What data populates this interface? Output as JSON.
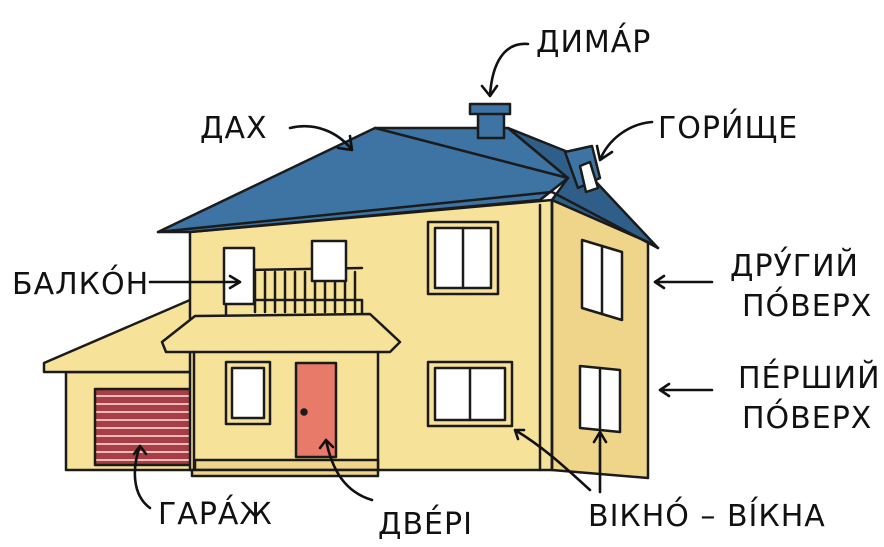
{
  "labels": {
    "chimney": "ДИМА́Р",
    "roof": "ДАХ",
    "attic": "ГОРИ́ЩЕ",
    "balcony": "БАЛКО́Н",
    "second_floor_1": "ДРУ́ГИЙ",
    "second_floor_2": "ПО́ВЕРХ",
    "first_floor_1": "ПЕ́РШИЙ",
    "first_floor_2": "ПО́ВЕРХ",
    "garage": "ГАРА́Ж",
    "door": "ДВЕ́РІ",
    "windows": "ВІКНО́ – ВІ́КНА"
  },
  "colors": {
    "wall": "#f7e29a",
    "wall_shade": "#efd589",
    "roof": "#3d74a3",
    "roof_shade": "#2f5f88",
    "door": "#e77a68",
    "garage_door": "#a63e45",
    "window_glass": "#ffffff",
    "outline": "#1b1b1b"
  }
}
